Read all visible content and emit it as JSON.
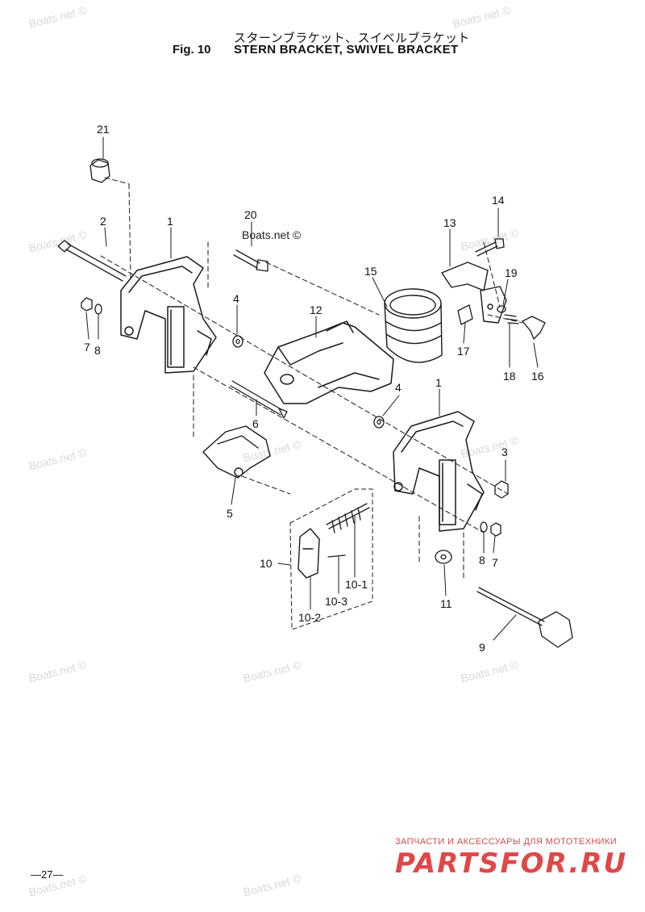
{
  "header": {
    "title_jp": "スターンブラケット、スイベルブラケット",
    "fig_label": "Fig. 10",
    "title_en": "STERN BRACKET, SWIVEL BRACKET"
  },
  "watermark_text": "Boats.net ©",
  "callouts": {
    "c21": "21",
    "c2": "2",
    "c1a": "1",
    "c20": "20",
    "c14": "14",
    "c13": "13",
    "c15": "15",
    "c19": "19",
    "c4a": "4",
    "c12": "12",
    "c7a": "7",
    "c8a": "8",
    "c17": "17",
    "c18": "18",
    "c16": "16",
    "c4b": "4",
    "c1b": "1",
    "c6": "6",
    "c3": "3",
    "c5": "5",
    "c10": "10",
    "c10_1": "10-1",
    "c10_3": "10-3",
    "c10_2": "10-2",
    "c11": "11",
    "c8b": "8",
    "c7b": "7",
    "c9": "9"
  },
  "footer": {
    "page_number": "—27—",
    "brand_tagline": "ЗАПЧАСТИ И АКСЕССУАРЫ ДЛЯ МОТОТЕХНИКИ",
    "brand_name": "PARTSFOR.RU"
  },
  "colors": {
    "line": "#1a1a1a",
    "watermark": "#d8d8d8",
    "brand": "#e04848"
  }
}
